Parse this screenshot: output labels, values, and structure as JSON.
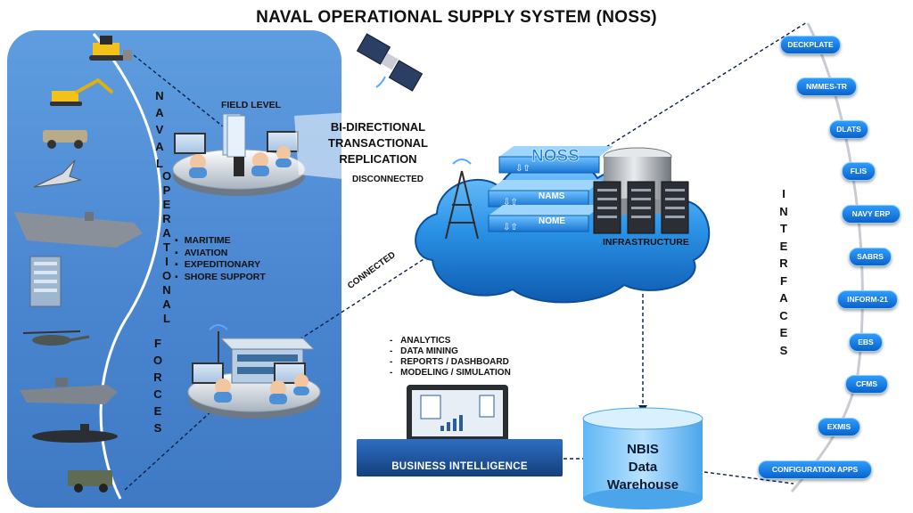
{
  "title": "NAVAL OPERATIONAL SUPPLY SYSTEM (NOSS)",
  "left_vertical": {
    "naval": [
      "N",
      "A",
      "V",
      "A",
      "L"
    ],
    "operational": [
      "O",
      "P",
      "E",
      "R",
      "A",
      "T",
      "I",
      "O",
      "N",
      "A",
      "L"
    ],
    "forces": [
      "F",
      "O",
      "R",
      "C",
      "E",
      "S"
    ]
  },
  "force_types": [
    "MARITIME",
    "AVIATION",
    "EXPEDITIONARY",
    "SHORE SUPPORT"
  ],
  "field_level": "FIELD LEVEL",
  "replication": [
    "BI-DIRECTIONAL",
    "TRANSACTIONAL",
    "REPLICATION"
  ],
  "disconnected": "DISCONNECTED",
  "connected": "CONNECTED",
  "noss_stack": {
    "top": "NOSS",
    "middle": "NAMS",
    "bottom": "NOME"
  },
  "infrastructure": "INFRASTRUCTURE",
  "bi_list": [
    "ANALYTICS",
    "DATA MINING",
    "REPORTS / DASHBOARD",
    "MODELING / SIMULATION"
  ],
  "business_intelligence": "BUSINESS INTELLIGENCE",
  "nbis": [
    "NBIS",
    "Data",
    "Warehouse"
  ],
  "interfaces_label": [
    "I",
    "N",
    "T",
    "E",
    "R",
    "F",
    "A",
    "C",
    "E",
    "S"
  ],
  "interfaces": [
    "DECKPLATE",
    "NMMES-TR",
    "DLATS",
    "FLIS",
    "NAVY ERP",
    "SABRS",
    "INFORM-21",
    "EBS",
    "CFMS",
    "EXMIS",
    "CONFIGURATION APPS"
  ],
  "colors": {
    "panel": "#4a86d0",
    "pill": "#0a63c9",
    "cloud": "#1f8be0",
    "bi_bar": "#1f4f96"
  }
}
